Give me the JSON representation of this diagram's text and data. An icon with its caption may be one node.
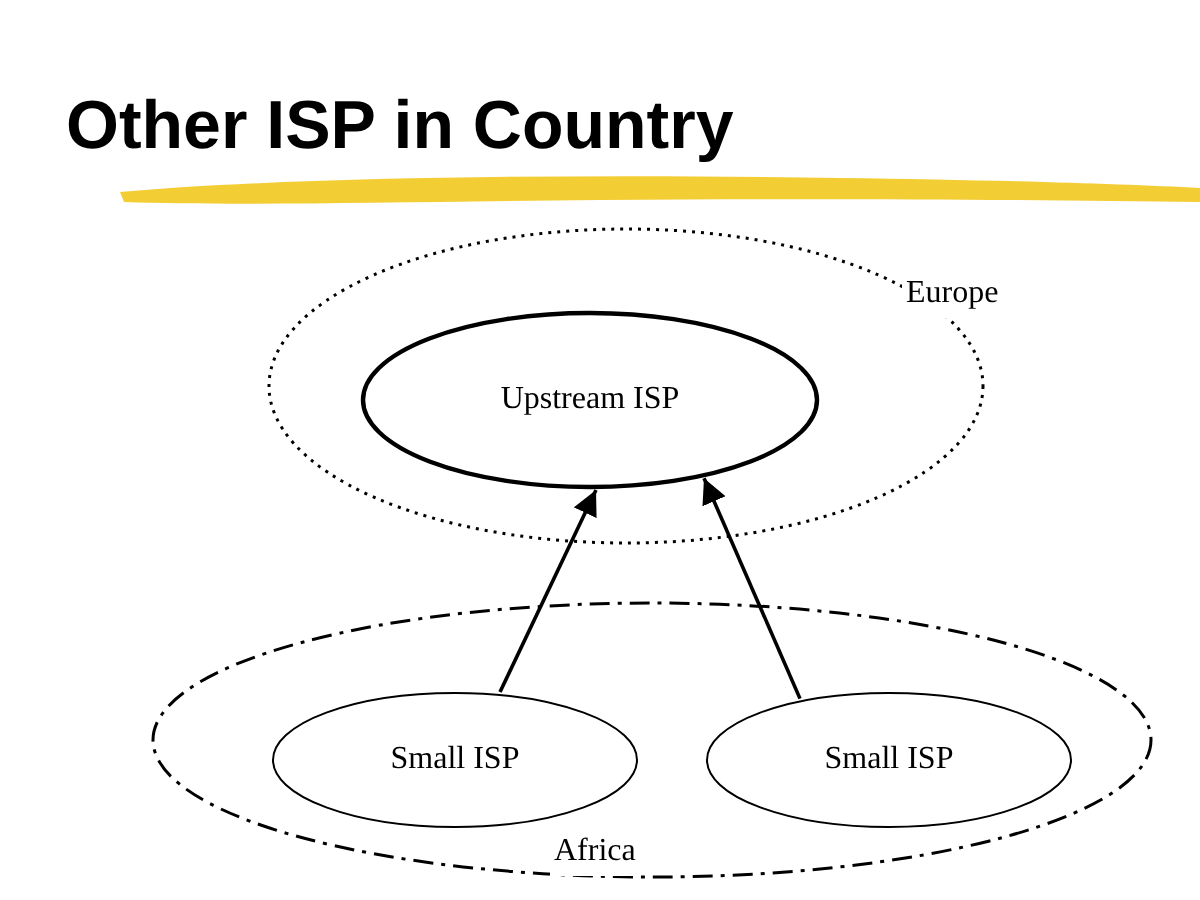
{
  "diagram": {
    "title": "Other ISP in Country",
    "nodes": [
      {
        "text": [
          "Europe"
        ]
      },
      {
        "text": [
          "Upstream ISP"
        ],
        "in": 0
      },
      {
        "text": [
          "Africa"
        ]
      },
      {
        "text": [
          "Small ISP"
        ],
        "in": 2
      },
      {
        "text": [
          "Small ISP"
        ],
        "in": 2
      }
    ],
    "edges": [
      {
        "from": 3,
        "to": 1,
        "arrow": "to"
      },
      {
        "from": 4,
        "to": 1,
        "arrow": "to"
      }
    ]
  }
}
